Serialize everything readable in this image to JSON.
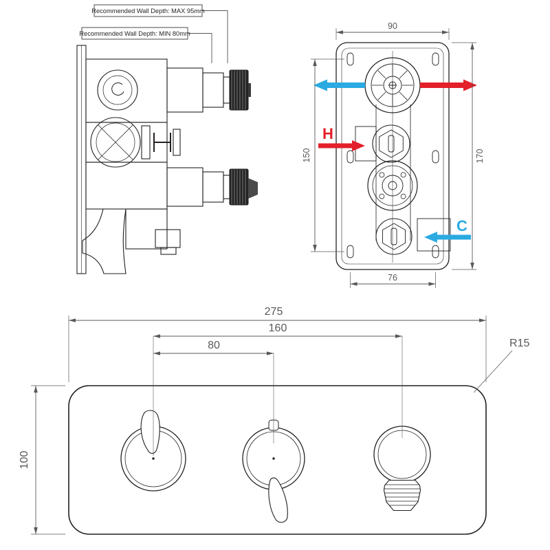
{
  "annotations": {
    "wall_depth_max": "Recommended Wall Depth: MAX 95mm",
    "wall_depth_min": "Recommended Wall Depth: MIN 80mm"
  },
  "back_plate_view": {
    "dim_width_mm": "90",
    "dim_hole_spacing_mm": "150",
    "dim_height_mm": "170",
    "dim_lower_width_mm": "76",
    "hot_label": "H",
    "cold_label": "C"
  },
  "trim_plate_view": {
    "dim_overall_width_mm": "275",
    "dim_outer_handle_spacing_mm": "160",
    "dim_inner_handle_spacing_mm": "80",
    "dim_height_mm": "100",
    "corner_radius_label": "R15"
  },
  "colors": {
    "hot_red": "#e3202a",
    "cold_blue": "#2baae2",
    "line_black": "#231f20",
    "dim_gray": "#58595b"
  }
}
